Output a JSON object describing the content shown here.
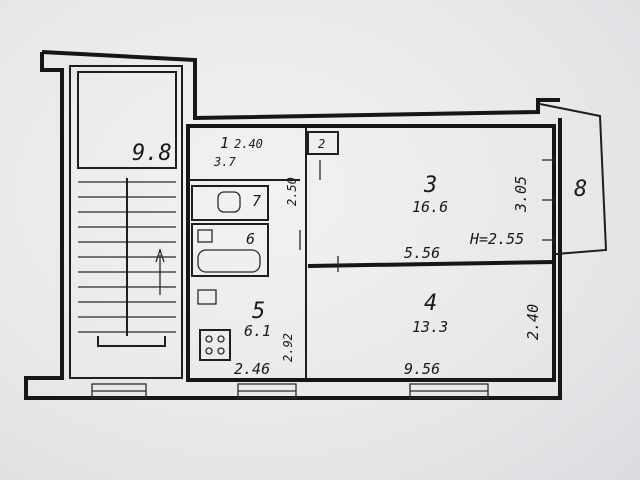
{
  "stair_area": "9.8",
  "room1": {
    "number": "1",
    "area": "3.7",
    "width": "2.40"
  },
  "room2": {
    "number": "2"
  },
  "room3": {
    "number": "3",
    "area": "16.6",
    "width": "5.56",
    "height_note": "H=2.55",
    "depth": "3.05"
  },
  "room4": {
    "number": "4",
    "area": "13.3",
    "length": "9.56",
    "depth": "2.40"
  },
  "room5": {
    "number": "5",
    "area": "6.1",
    "width": "2.46",
    "depth": "2.92"
  },
  "room6": {
    "number": "6"
  },
  "room7": {
    "number": "7"
  },
  "room8": {
    "number": "8"
  },
  "bath_dim": "2.50"
}
